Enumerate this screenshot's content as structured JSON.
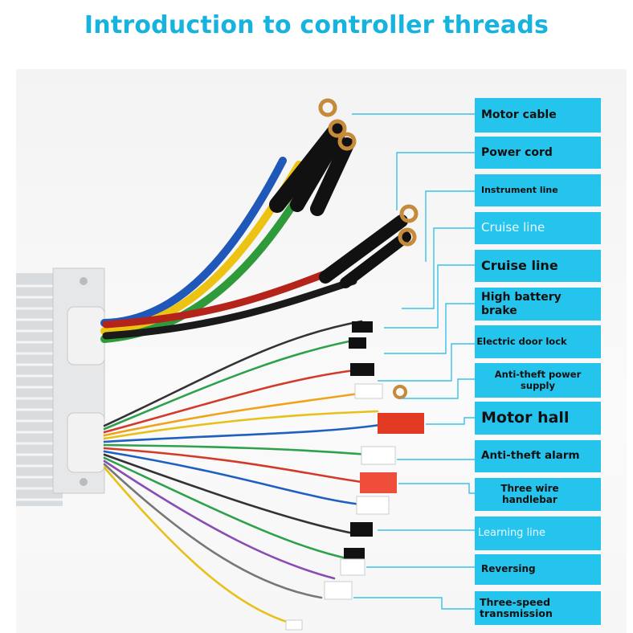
{
  "title": "Introduction to controller threads",
  "labels": [
    "Motor cable",
    "Power cord",
    "Instrument line",
    "Cruise line",
    "Cruise line",
    "High battery brake",
    "Electric door lock",
    "Anti-theft power supply",
    "Motor hall",
    "Anti-theft alarm",
    "Three wire handlebar",
    "Learning line",
    "Reversing",
    "Three-speed transmission"
  ],
  "colors": {
    "title": "#17b3df",
    "label_bg": "#25c4ec",
    "leader_line": "#39c2e8"
  }
}
